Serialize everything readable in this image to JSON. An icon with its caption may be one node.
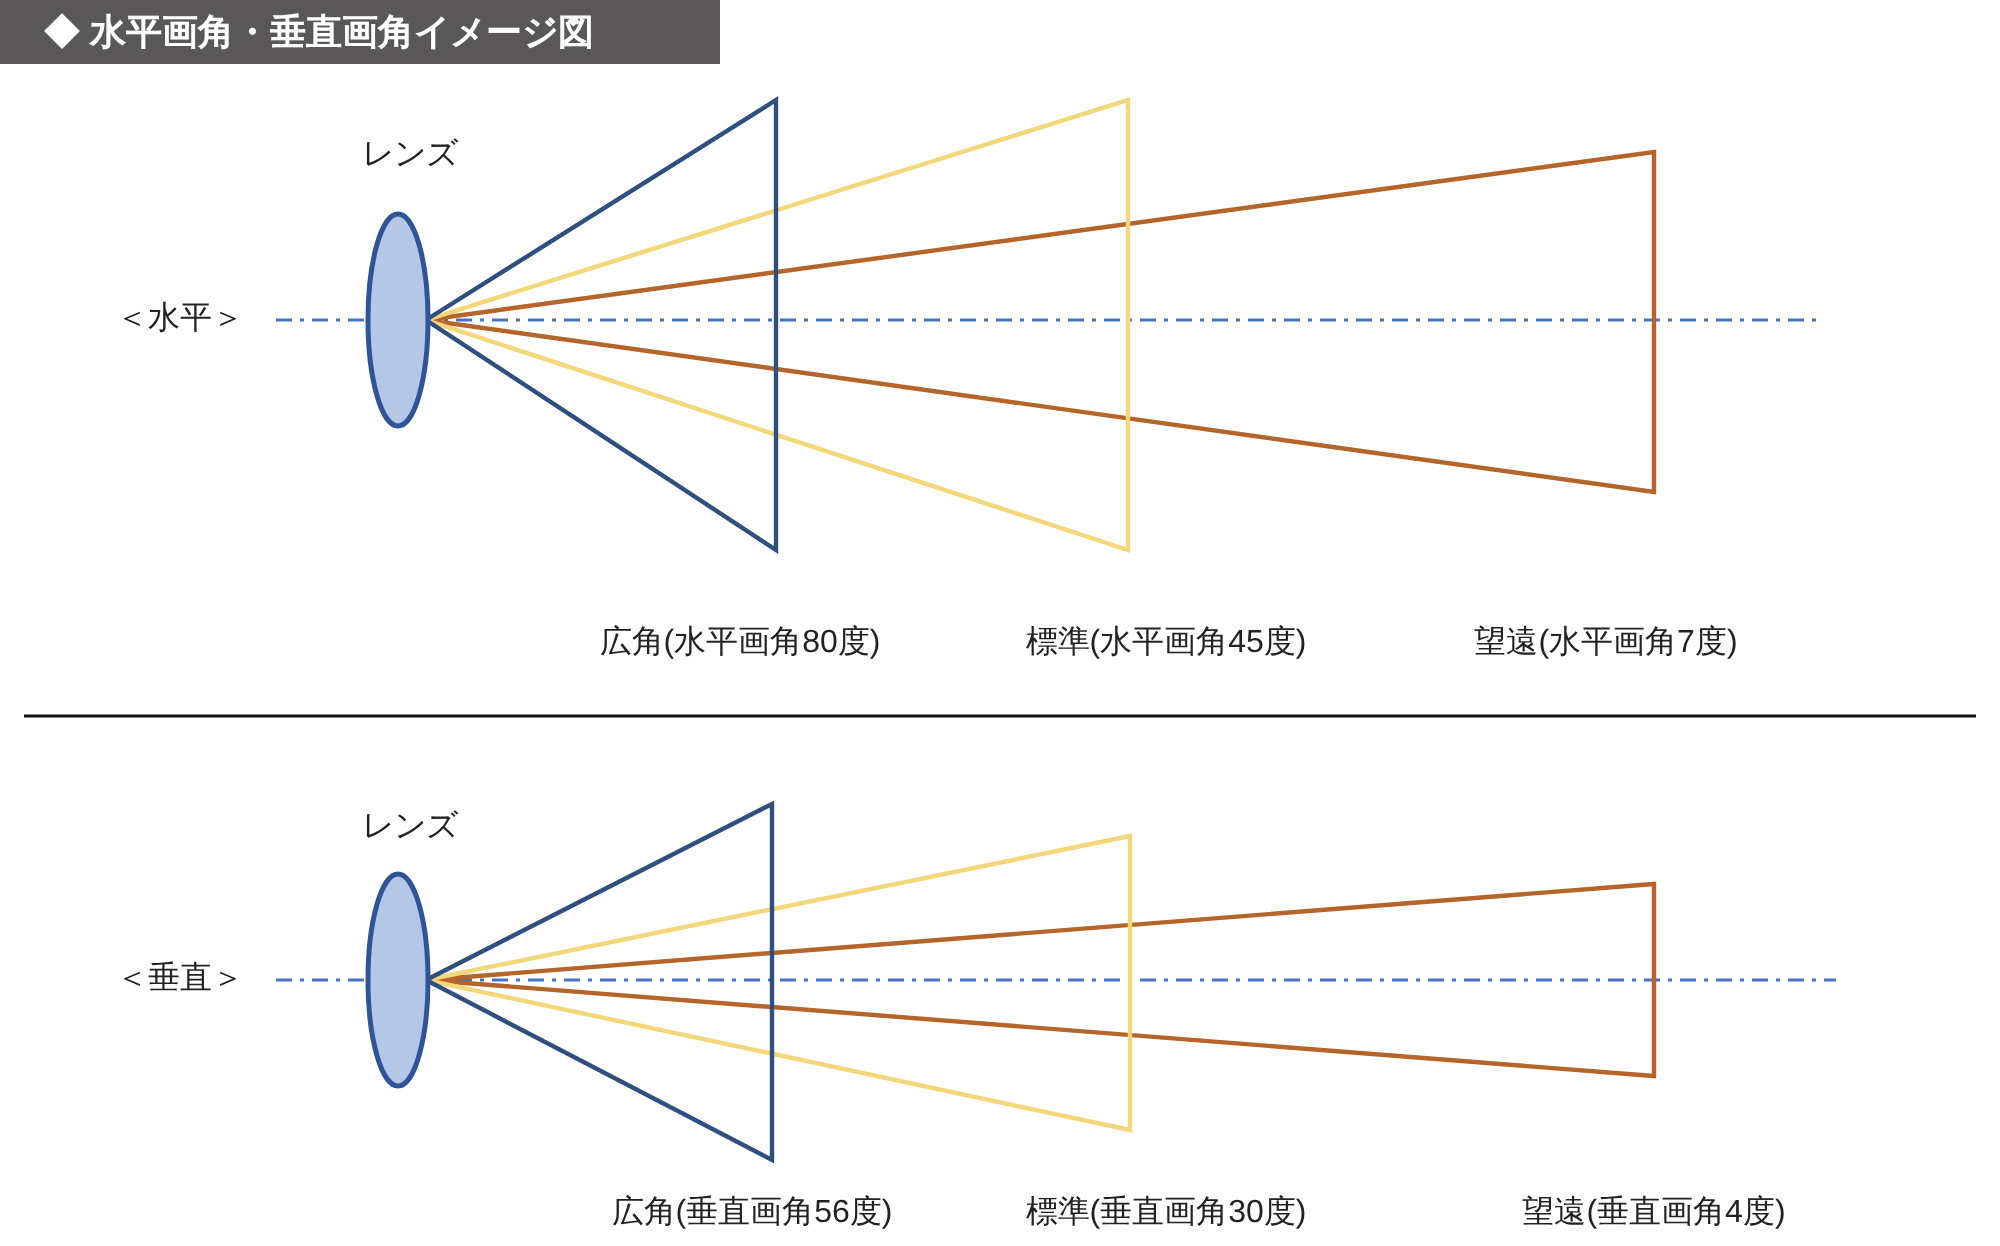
{
  "diagram": {
    "title": "◆ 水平画角・垂直画角イメージ図",
    "labels": [
      "レンズ",
      "＜水平＞",
      "広角(水平画角80度)",
      "標準(水平画角45度)",
      "望遠(水平画角7度)",
      "レンズ",
      "＜垂直＞",
      "広角(垂直画角56度)",
      "標準(垂直画角30度)",
      "望遠(垂直画角4度)"
    ]
  }
}
